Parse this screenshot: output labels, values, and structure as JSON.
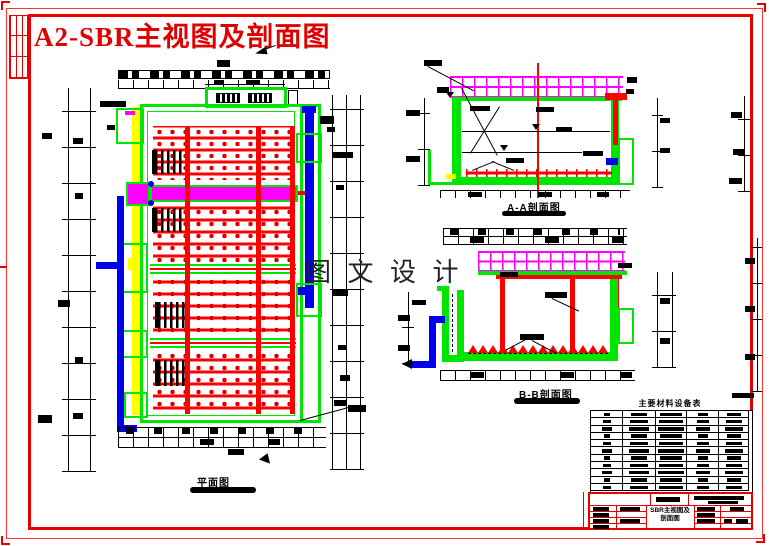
{
  "drawing": {
    "title": "A2-SBR主视图及剖面图",
    "watermark": "图 文 设 计",
    "views": {
      "plan": {
        "label": "平面图"
      },
      "section_aa": {
        "label": "A-A剖面图"
      },
      "section_bb": {
        "label": "B-B剖面图"
      }
    },
    "bom_table": {
      "title": "主要材料设备表",
      "row_count": 11,
      "column_count": 5
    },
    "title_block": {
      "drawing_name": "SBR主视图及剖面图"
    },
    "colors": {
      "frame_red": "#e60000",
      "wall_green": "#00e600",
      "pipe_red": "#ff0000",
      "railing_magenta": "#ff00ff",
      "pipe_blue": "#0000ee",
      "channel_yellow": "#ffff00",
      "title_red": "#e00000"
    }
  }
}
